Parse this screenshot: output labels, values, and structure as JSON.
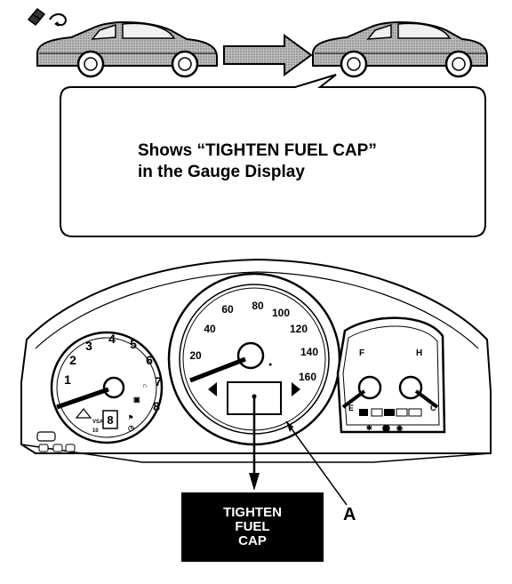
{
  "callout": {
    "line1": "Shows “TIGHTEN FUEL CAP”",
    "line2": "in the Gauge Display"
  },
  "display": {
    "line1": "TIGHTEN",
    "line2": "FUEL",
    "line3": "CAP"
  },
  "label_a": "A",
  "speedometer": {
    "ticks": [
      "20",
      "40",
      "60",
      "80",
      "100",
      "120",
      "140",
      "160"
    ]
  },
  "tachometer": {
    "ticks": [
      "1",
      "2",
      "3",
      "4",
      "5",
      "6",
      "7",
      "8"
    ]
  },
  "fuel_gauge": {
    "full": "F",
    "empty": "E"
  },
  "temp_gauge": {
    "hot": "H",
    "cold": "C"
  }
}
